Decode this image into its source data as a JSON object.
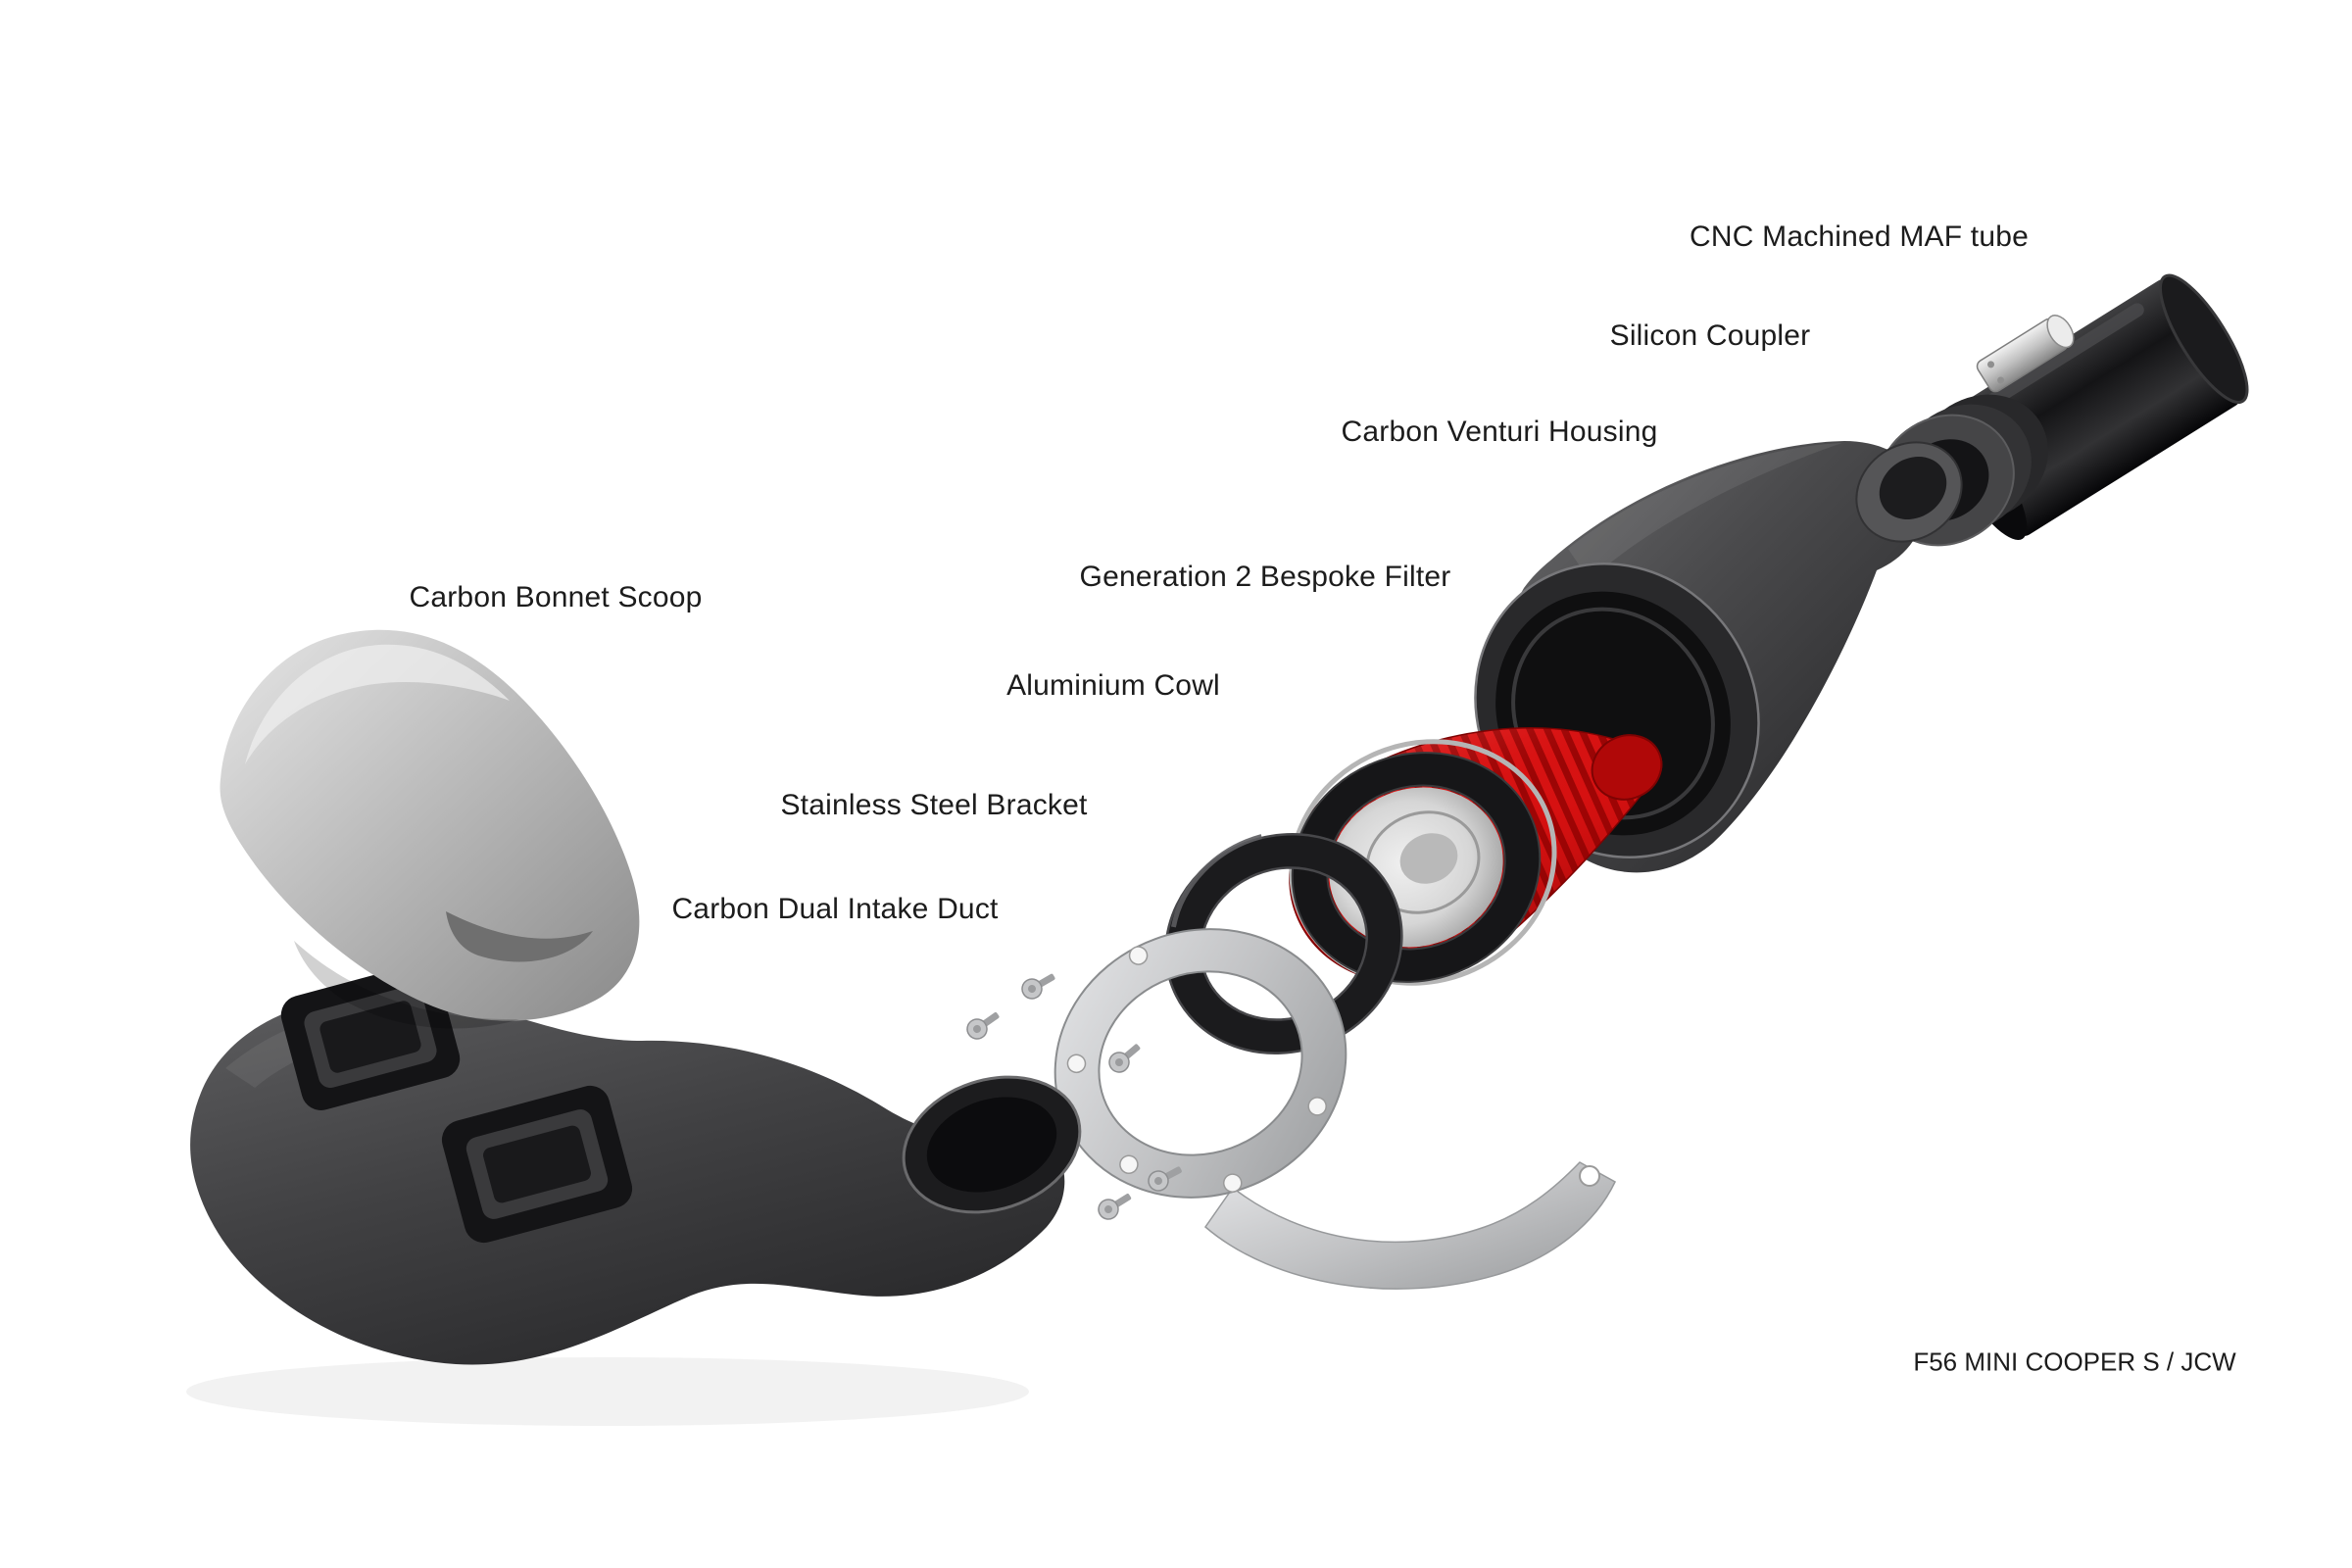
{
  "diagram": {
    "type": "exploded-parts-diagram",
    "labels": [
      {
        "id": "cnc-machined-maf-tube",
        "text": "CNC Machined MAF tube"
      },
      {
        "id": "silicon-coupler",
        "text": "Silicon Coupler"
      },
      {
        "id": "carbon-venturi-housing",
        "text": "Carbon Venturi Housing"
      },
      {
        "id": "generation-2-bespoke-filter",
        "text": "Generation 2 Bespoke Filter"
      },
      {
        "id": "aluminium-cowl",
        "text": "Aluminium Cowl"
      },
      {
        "id": "stainless-steel-bracket",
        "text": "Stainless Steel Bracket"
      },
      {
        "id": "carbon-dual-intake-duct",
        "text": "Carbon Dual Intake Duct"
      },
      {
        "id": "carbon-bonnet-scoop",
        "text": "Carbon Bonnet Scoop"
      }
    ],
    "footer": "F56 MINI COOPER S / JCW",
    "colors": {
      "background": "#ffffff",
      "filter_red": "#d61212",
      "carbon_dark": "#414143",
      "scoop_silver": "#bcbcbc",
      "bracket_steel": "#c2c3c5",
      "text": "#1c1c1c"
    }
  }
}
